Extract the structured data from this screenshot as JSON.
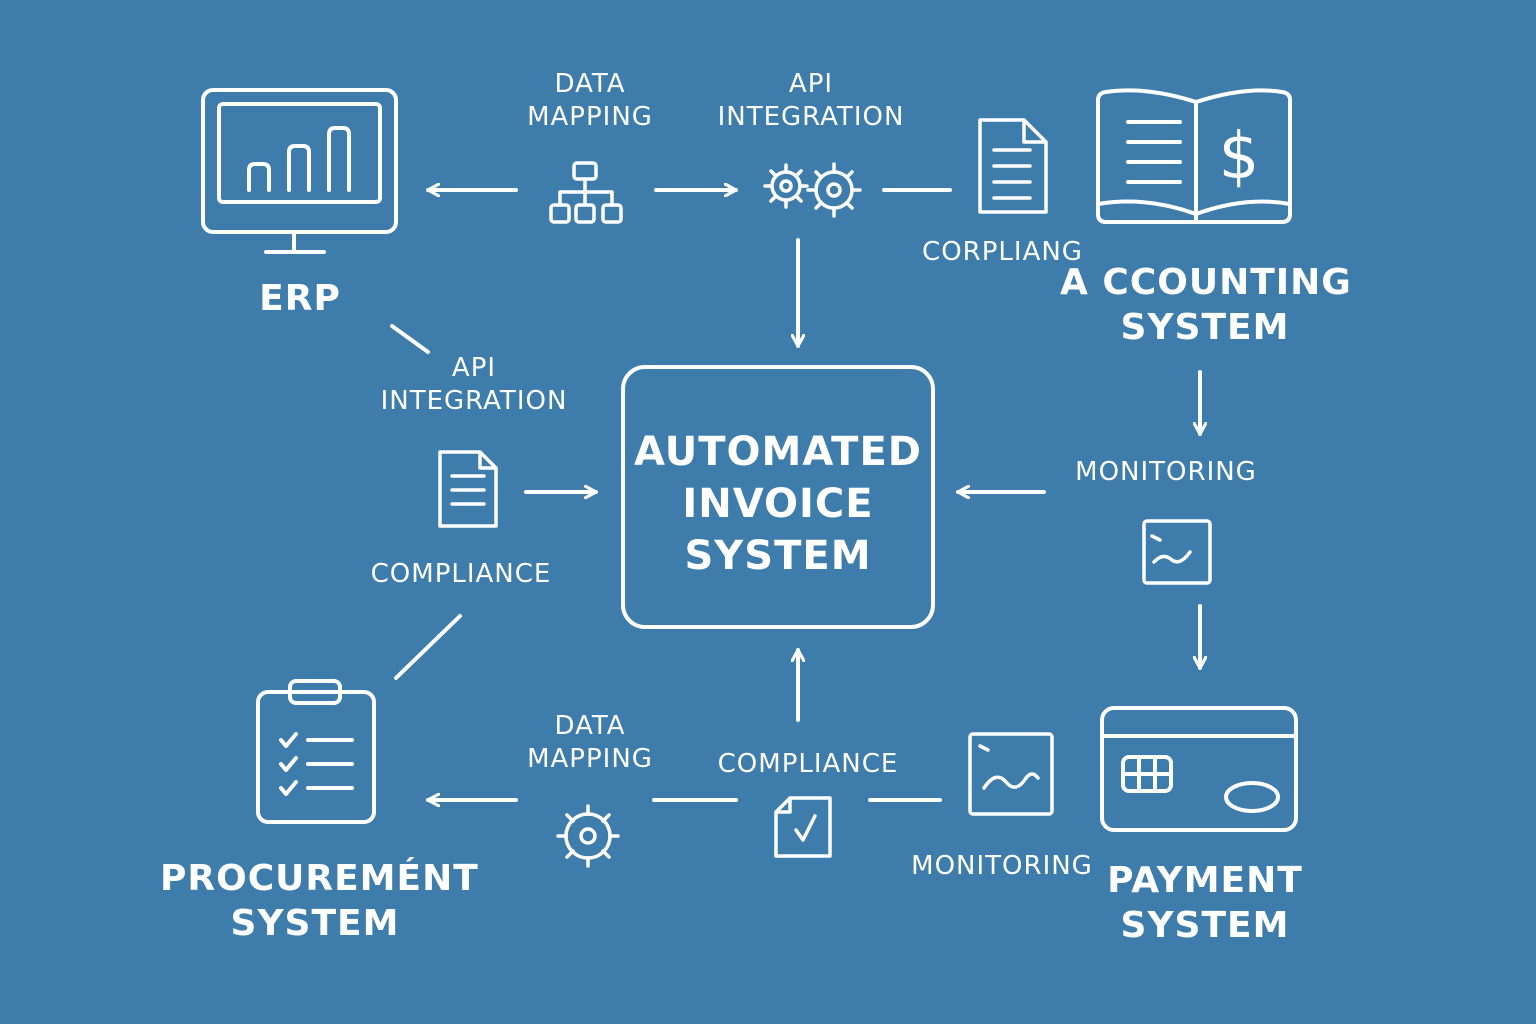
{
  "center": {
    "lines": [
      "AUTOMATED",
      "INVOICE",
      "SYSTEM"
    ]
  },
  "systems": {
    "erp": {
      "lines": [
        "ERP"
      ]
    },
    "accounting": {
      "lines": [
        "A CCOUNTING",
        "SYSTEM"
      ]
    },
    "procurement": {
      "lines": [
        "PROCUREMÉNT",
        "SYSTEM"
      ]
    },
    "payment": {
      "lines": [
        "PAYMENT",
        "SYSTEM"
      ]
    }
  },
  "connectors": {
    "top_data_mapping": {
      "lines": [
        "DATA",
        "MAPPING"
      ]
    },
    "top_api_integration": {
      "lines": [
        "API",
        "INTEGRATION"
      ]
    },
    "top_compliance": {
      "lines": [
        "CORPLIANG"
      ]
    },
    "left_api_integration": {
      "lines": [
        "API",
        "INTEGRATION"
      ]
    },
    "left_compliance": {
      "lines": [
        "COMPLIANCE"
      ]
    },
    "right_monitoring": {
      "lines": [
        "MONITORING"
      ]
    },
    "bottom_data_mapping": {
      "lines": [
        "DATA",
        "MAPPING"
      ]
    },
    "bottom_compliance": {
      "lines": [
        "COMPLIANCE"
      ]
    },
    "bottom_monitoring": {
      "lines": [
        "MONITORING"
      ]
    }
  },
  "colors": {
    "background": "#3d7cab",
    "stroke": "#ffffff"
  },
  "icons": {
    "erp": "monitor-bar-chart-icon",
    "accounting": "ledger-book-dollar-icon",
    "procurement": "clipboard-checklist-icon",
    "payment": "credit-card-icon",
    "top_data_mapping": "hierarchy-icon",
    "top_api_integration": "gears-icon",
    "top_compliance": "document-icon",
    "left_compliance": "document-icon",
    "right_monitoring": "chart-window-icon",
    "bottom_data_mapping": "gear-icon",
    "bottom_compliance": "checked-document-icon",
    "bottom_monitoring": "chart-window-icon"
  }
}
